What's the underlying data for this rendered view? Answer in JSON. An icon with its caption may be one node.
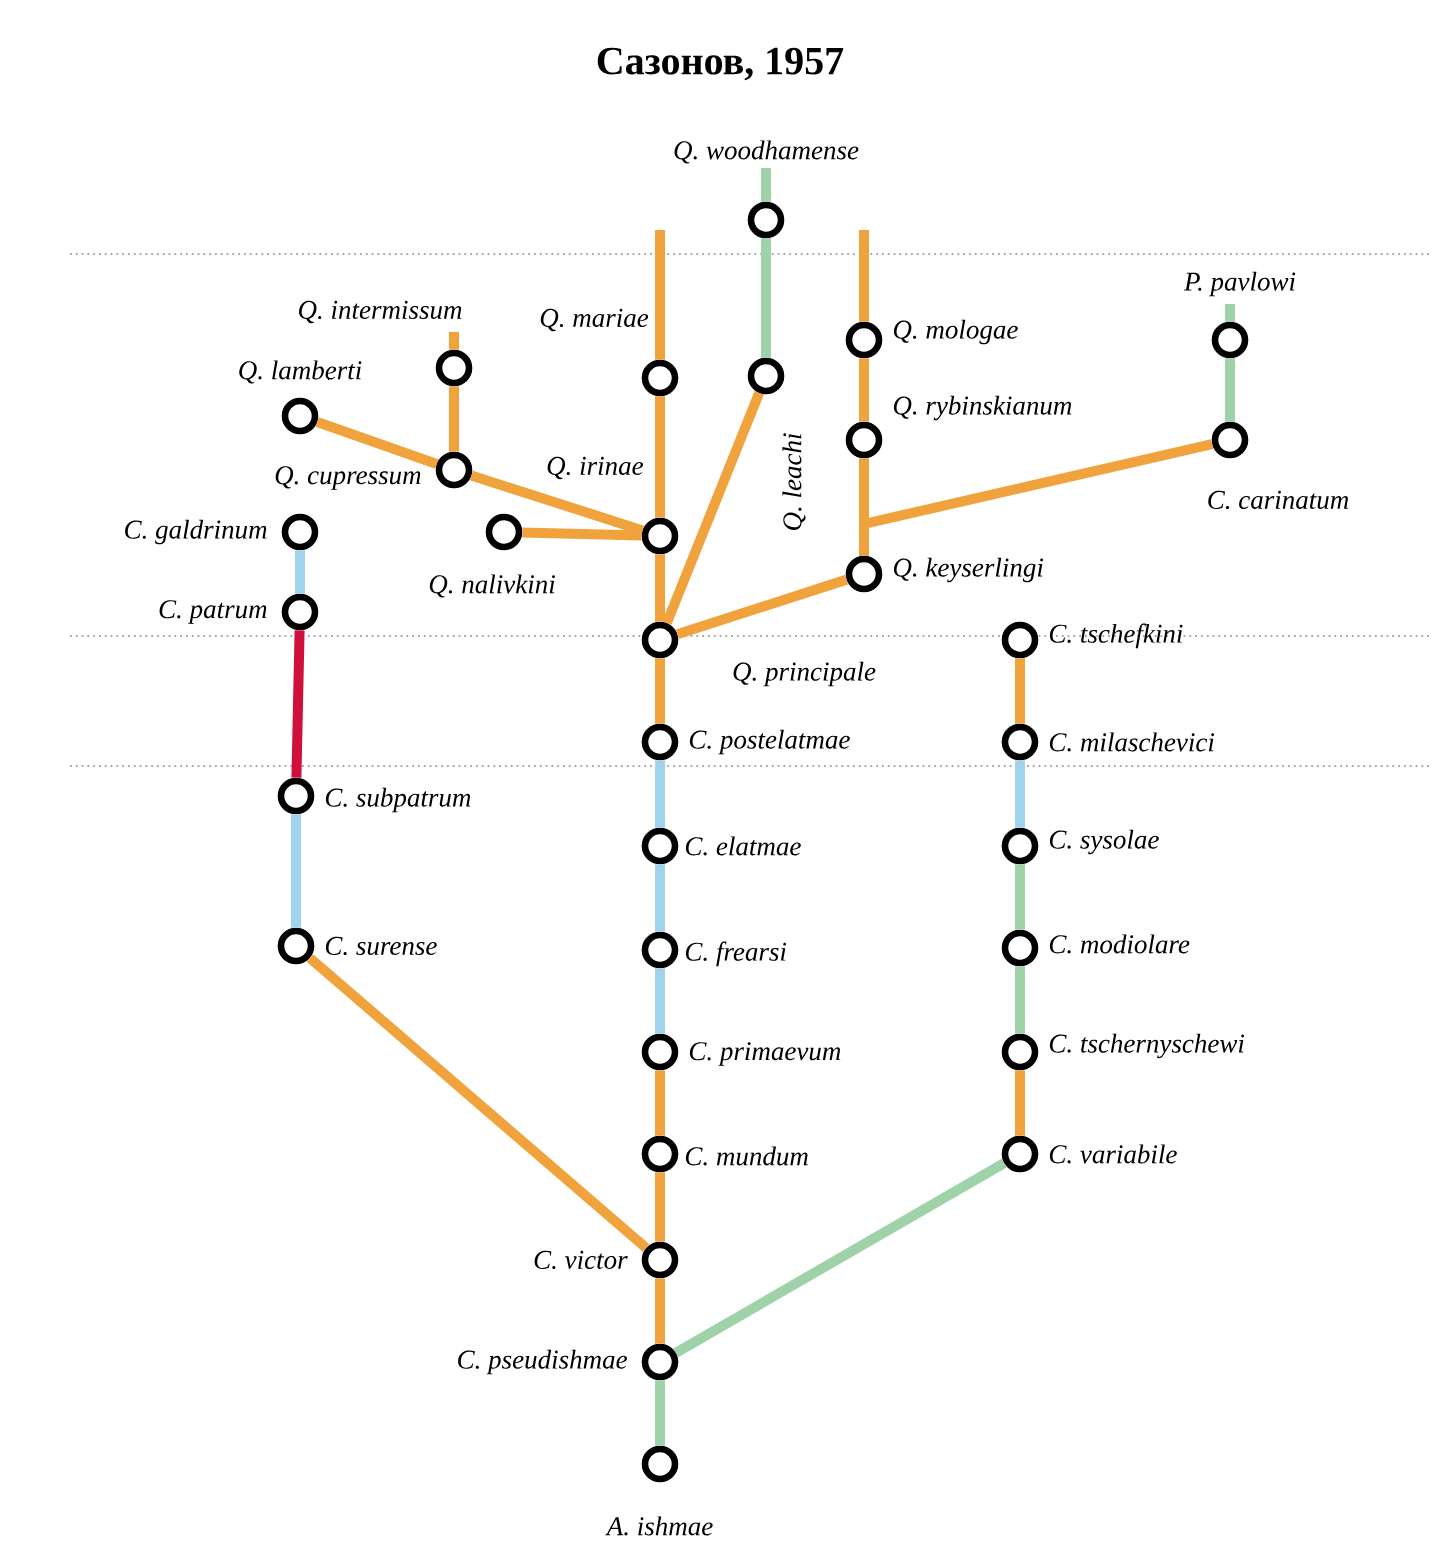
{
  "diagram": {
    "title": "Сазонов, 1957",
    "nodes": [
      {
        "text": [],
        "shape": "circle",
        "beside": [
          "Q. woodhamense"
        ]
      },
      {
        "text": [],
        "shape": "circle",
        "beside": [
          "Q. intermissum"
        ]
      },
      {
        "text": [],
        "shape": "circle",
        "beside": [
          "Q. mariae"
        ]
      },
      {
        "text": [],
        "shape": "circle",
        "beside": [
          "Q. mologae"
        ]
      },
      {
        "text": [],
        "shape": "circle",
        "beside": [
          "P. pavlowi"
        ]
      },
      {
        "text": [],
        "shape": "circle",
        "beside": [
          "Q. leachi"
        ]
      },
      {
        "text": [],
        "shape": "circle",
        "beside": [
          "Q. lamberti"
        ]
      },
      {
        "text": [],
        "shape": "circle",
        "beside": [
          "Q. rybinskianum"
        ]
      },
      {
        "text": [],
        "shape": "circle",
        "beside": [
          "C. carinatum"
        ]
      },
      {
        "text": [],
        "shape": "circle",
        "beside": [
          "Q. cupressum"
        ]
      },
      {
        "text": [],
        "shape": "circle",
        "beside": [
          "C. galdrinum"
        ]
      },
      {
        "text": [],
        "shape": "circle",
        "beside": [
          "Q. nalivkini"
        ]
      },
      {
        "text": [],
        "shape": "circle",
        "beside": [
          "Q. irinae"
        ]
      },
      {
        "text": [],
        "shape": "circle",
        "beside": [
          "Q. keyserlingi"
        ]
      },
      {
        "text": [],
        "shape": "circle",
        "beside": [
          "C. patrum"
        ]
      },
      {
        "text": [],
        "shape": "circle",
        "beside": [
          "Q. principale"
        ]
      },
      {
        "text": [],
        "shape": "circle",
        "beside": [
          "C. tschefkini"
        ]
      },
      {
        "text": [],
        "shape": "circle",
        "beside": [
          "C. postelatmae"
        ]
      },
      {
        "text": [],
        "shape": "circle",
        "beside": [
          "C. milaschevici"
        ]
      },
      {
        "text": [],
        "shape": "circle",
        "beside": [
          "C. subpatrum"
        ]
      },
      {
        "text": [],
        "shape": "circle",
        "beside": [
          "C. elatmae"
        ]
      },
      {
        "text": [],
        "shape": "circle",
        "beside": [
          "C. sysolae"
        ]
      },
      {
        "text": [],
        "shape": "circle",
        "beside": [
          "C. surense"
        ]
      },
      {
        "text": [],
        "shape": "circle",
        "beside": [
          "C. frearsi"
        ]
      },
      {
        "text": [],
        "shape": "circle",
        "beside": [
          "C. modiolare"
        ]
      },
      {
        "text": [],
        "shape": "circle",
        "beside": [
          "C. primaevum"
        ]
      },
      {
        "text": [],
        "shape": "circle",
        "beside": [
          "C. tschernyschewi"
        ]
      },
      {
        "text": [],
        "shape": "circle",
        "beside": [
          "C. mundum"
        ]
      },
      {
        "text": [],
        "shape": "circle",
        "beside": [
          "C. variabile"
        ]
      },
      {
        "text": [],
        "shape": "circle",
        "beside": [
          "C. victor"
        ]
      },
      {
        "text": [],
        "shape": "circle",
        "beside": [
          "C. pseudishmae"
        ]
      },
      {
        "text": [],
        "shape": "circle",
        "beside": [
          "A. ishmae"
        ]
      }
    ],
    "edges": [
      {
        "from": null,
        "to": 0,
        "arrow": "none",
        "color": "#9fd2a8"
      },
      {
        "from": null,
        "to": 1,
        "arrow": "none"
      },
      {
        "from": null,
        "to": 2,
        "arrow": "none"
      },
      {
        "from": null,
        "to": 3,
        "arrow": "none"
      },
      {
        "from": null,
        "to": 4,
        "arrow": "none",
        "color": "#9fd2a8"
      },
      {
        "from": 0,
        "to": 5,
        "arrow": "none",
        "color": "#9fd2a8"
      },
      {
        "from": 4,
        "to": 8,
        "arrow": "none",
        "color": "#9fd2a8"
      },
      {
        "from": 3,
        "to": 7,
        "arrow": "none"
      },
      {
        "from": 7,
        "to": 13,
        "arrow": "none"
      },
      {
        "from": 8,
        "to": 13,
        "arrow": "none"
      },
      {
        "from": 6,
        "to": 9,
        "arrow": "none"
      },
      {
        "from": 1,
        "to": 9,
        "arrow": "none"
      },
      {
        "from": 9,
        "to": 12,
        "arrow": "none"
      },
      {
        "from": 2,
        "to": 12,
        "arrow": "none"
      },
      {
        "from": 11,
        "to": 12,
        "arrow": "none"
      },
      {
        "from": 12,
        "to": 15,
        "arrow": "none"
      },
      {
        "from": 5,
        "to": 15,
        "arrow": "none"
      },
      {
        "from": 13,
        "to": 15,
        "arrow": "none"
      },
      {
        "from": 10,
        "to": 14,
        "arrow": "none",
        "color": "#9fd3ee"
      },
      {
        "from": 14,
        "to": 19,
        "arrow": "none",
        "color": "#d0103c"
      },
      {
        "from": 19,
        "to": 22,
        "arrow": "none",
        "color": "#9fd3ee"
      },
      {
        "from": 22,
        "to": 29,
        "arrow": "none"
      },
      {
        "from": 15,
        "to": 17,
        "arrow": "none"
      },
      {
        "from": 17,
        "to": 20,
        "arrow": "none",
        "color": "#9fd3ee"
      },
      {
        "from": 20,
        "to": 23,
        "arrow": "none",
        "color": "#9fd3ee"
      },
      {
        "from": 23,
        "to": 25,
        "arrow": "none",
        "color": "#9fd3ee"
      },
      {
        "from": 25,
        "to": 27,
        "arrow": "none"
      },
      {
        "from": 27,
        "to": 29,
        "arrow": "none"
      },
      {
        "from": 29,
        "to": 30,
        "arrow": "none"
      },
      {
        "from": 30,
        "to": 31,
        "arrow": "none",
        "color": "#9fd2a8"
      },
      {
        "from": 16,
        "to": 18,
        "arrow": "none"
      },
      {
        "from": 18,
        "to": 21,
        "arrow": "none",
        "color": "#9fd3ee"
      },
      {
        "from": 21,
        "to": 24,
        "arrow": "none",
        "color": "#9fd2a8"
      },
      {
        "from": 24,
        "to": 26,
        "arrow": "none",
        "color": "#9fd2a8"
      },
      {
        "from": 26,
        "to": 28,
        "arrow": "none"
      },
      {
        "from": 28,
        "to": 30,
        "arrow": "none",
        "color": "#9fd2a8"
      }
    ]
  }
}
